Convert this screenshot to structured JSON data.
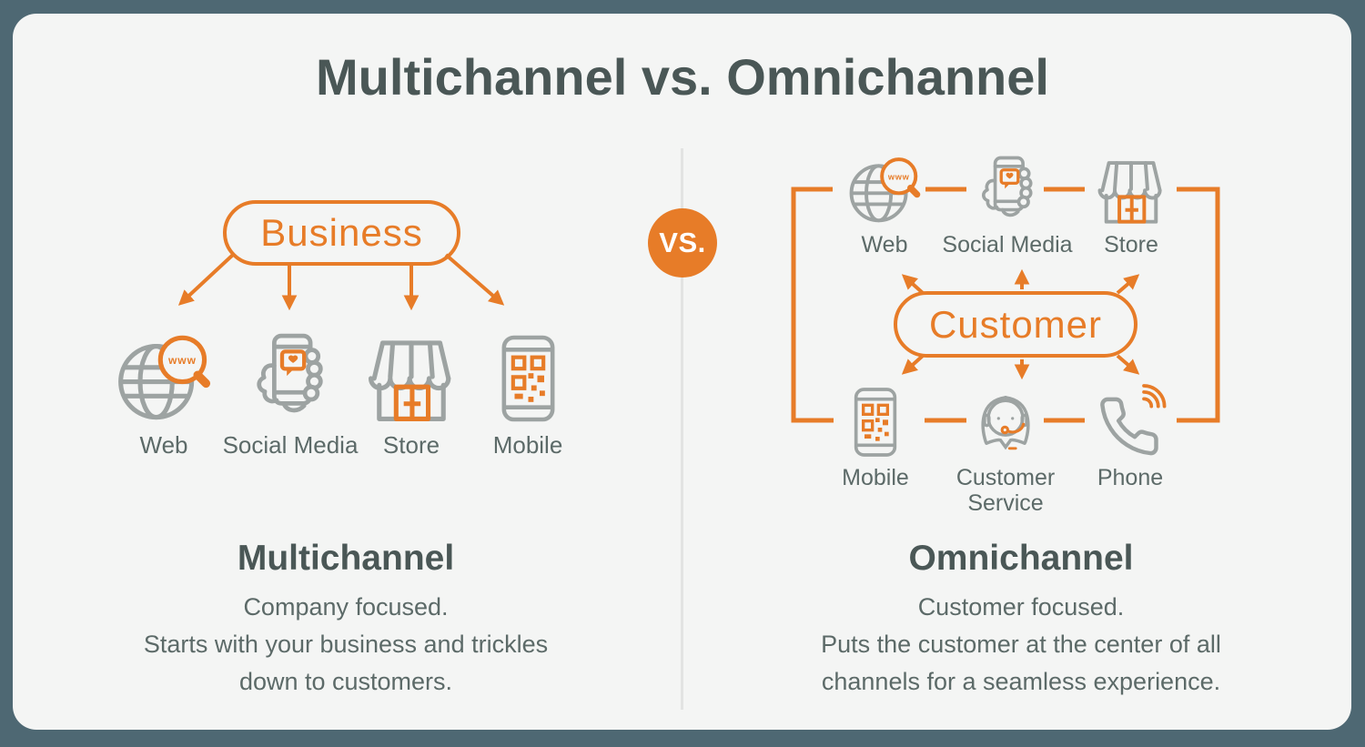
{
  "title": "Multichannel vs. Omnichannel",
  "versus_badge": "VS.",
  "left_panel": {
    "hub": "Business",
    "channels": [
      {
        "label": "Web",
        "icon": "globe-search-icon"
      },
      {
        "label": "Social Media",
        "icon": "hand-phone-chat-icon"
      },
      {
        "label": "Store",
        "icon": "storefront-icon"
      },
      {
        "label": "Mobile",
        "icon": "phone-qr-icon"
      }
    ],
    "heading": "Multichannel",
    "description": [
      "Company focused.",
      "Starts with your business and trickles",
      "down to customers."
    ]
  },
  "right_panel": {
    "hub": "Customer",
    "channels_top": [
      {
        "label": "Web",
        "icon": "globe-search-icon"
      },
      {
        "label": "Social Media",
        "icon": "hand-phone-chat-icon"
      },
      {
        "label": "Store",
        "icon": "storefront-icon"
      }
    ],
    "channels_bottom": [
      {
        "label": "Mobile",
        "icon": "phone-qr-icon"
      },
      {
        "label": "Customer Service",
        "icon": "support-agent-icon"
      },
      {
        "label": "Phone",
        "icon": "handset-waves-icon"
      }
    ],
    "heading": "Omnichannel",
    "description": [
      "Customer focused.",
      "Puts the customer at the center of all",
      "channels for a seamless experience."
    ]
  },
  "icons": {
    "www_label": "www"
  },
  "colors": {
    "accent_orange": "#E77C28",
    "icon_gray": "#9DA3A2",
    "heading_dark": "#4A5756",
    "body_text": "#5C6A68",
    "page_background": "#4E6873",
    "card_background": "#F4F5F4",
    "divider": "#E2E3E2",
    "vs_text": "#FFFFFF"
  }
}
